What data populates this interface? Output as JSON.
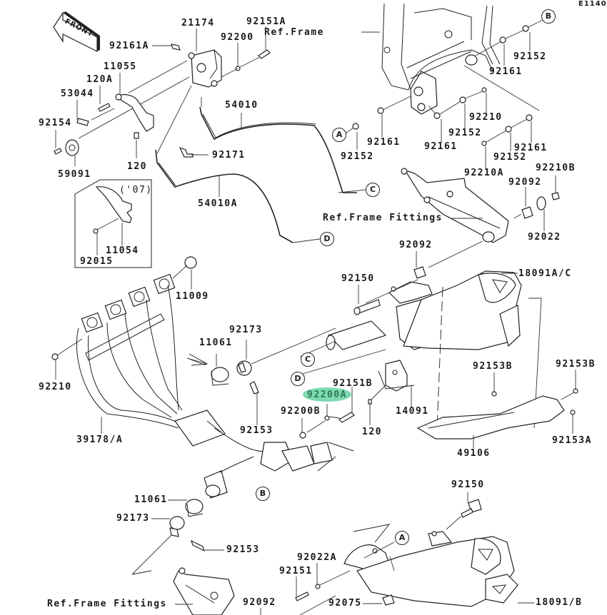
{
  "diagram": {
    "code": "E1140",
    "front_label": "FRONT",
    "highlight_color": "#6fd6a8",
    "highlighted_part": "92200A",
    "references": {
      "frame": "Ref.Frame",
      "frame_fittings_upper": "Ref.Frame Fittings",
      "frame_fittings_lower": "Ref.Frame Fittings"
    },
    "variant_note": "('07)",
    "connectors": [
      "A",
      "B",
      "C",
      "D"
    ],
    "parts": {
      "p21174": "21174",
      "p92151A": "92151A",
      "p92200": "92200",
      "p92161A": "92161A",
      "p11055": "11055",
      "p120A": "120A",
      "p53044": "53044",
      "p92154": "92154",
      "p59091": "59091",
      "p120_top": "120",
      "p54010": "54010",
      "p92171": "92171",
      "p54010A": "54010A",
      "p11054": "11054",
      "p92015": "92015",
      "p92152_b": "92152",
      "p92161_b": "92161",
      "p92210": "92210",
      "p92152_mid": "92152",
      "p92161_a": "92161",
      "p92152_a": "92152",
      "p92161_mid": "92161",
      "p92161_r": "92161",
      "p92152_r": "92152",
      "p92210A": "92210A",
      "p92210B": "92210B",
      "p92092_top": "92092",
      "p92022": "92022",
      "p92092_mid": "92092",
      "p18091AC": "18091A/C",
      "p92150_top": "92150",
      "p11009": "11009",
      "p92210_left": "92210",
      "p92173_top": "92173",
      "p11061_top": "11061",
      "p92151B": "92151B",
      "p92200A": "92200A",
      "p92200B": "92200B",
      "p14091": "14091",
      "p120_mid": "120",
      "p92153B_l": "92153B",
      "p92153B_r": "92153B",
      "p92153A": "92153A",
      "p49106": "49106",
      "p92153_top": "92153",
      "p39178A": "39178/A",
      "p11061_bot": "11061",
      "p92173_bot": "92173",
      "p92153_bot": "92153",
      "p92150_bot": "92150",
      "p92022A": "92022A",
      "p92151": "92151",
      "p92075": "92075",
      "p18091B": "18091/B",
      "p92092_bot": "92092"
    }
  }
}
